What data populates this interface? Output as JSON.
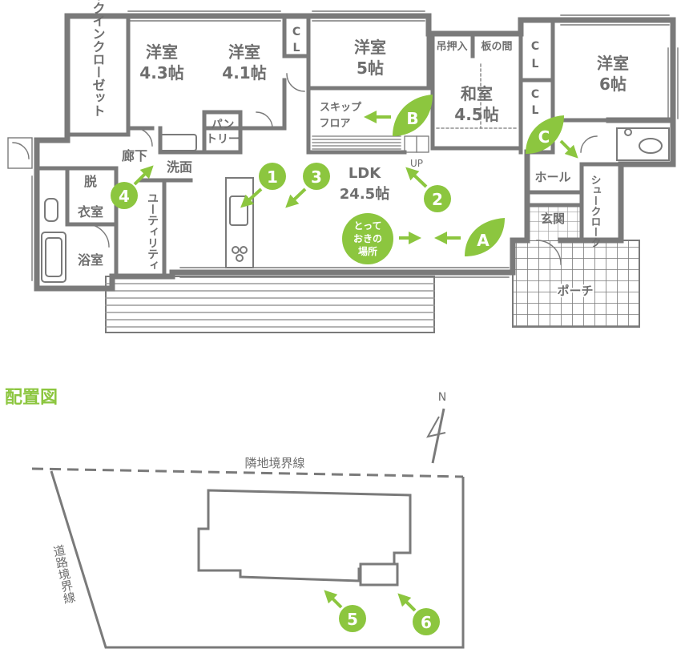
{
  "floor_plan": {
    "rooms": {
      "walkin_closet": "ウォークインクローゼット",
      "room_43_name": "洋室",
      "room_43_size": "4.3帖",
      "room_41_name": "洋室",
      "room_41_size": "4.1帖",
      "cl_a": "C",
      "cl_a2": "L",
      "room_5_name": "洋室",
      "room_5_size": "5帖",
      "hanging_closet": "吊押入",
      "itanoma": "板の間",
      "cl_b": "C",
      "cl_b2": "L",
      "cl_c": "C",
      "cl_c2": "L",
      "room_6_name": "洋室",
      "room_6_size": "6帖",
      "washitsu_name": "和室",
      "washitsu_size": "4.5帖",
      "skip_floor_1": "スキップ",
      "skip_floor_2": "フロア",
      "pantry_1": "パン",
      "pantry_2": "トリー",
      "corridor": "廊下",
      "washroom": "洗面",
      "dressing_1": "脱",
      "dressing_2": "衣室",
      "bathroom": "浴室",
      "utility": "ユーティリティ",
      "ldk_name": "LDK",
      "ldk_size": "24.5帖",
      "up_label": "UP",
      "hall": "ホール",
      "shoes_closet": "シュークローク",
      "genkan": "玄関",
      "porch": "ポーチ"
    },
    "markers": {
      "m1": "1",
      "m2": "2",
      "m3": "3",
      "m4": "4",
      "mA": "A",
      "mB": "B",
      "mC": "C",
      "storage_1": "とって",
      "storage_2": "おきの",
      "storage_3": "場所"
    }
  },
  "site_plan": {
    "title": "配置図",
    "north": "N",
    "neighbor_boundary": "隣地境界線",
    "road_boundary": "道路境界線",
    "m5": "5",
    "m6": "6"
  },
  "colors": {
    "wall": "#7a7a7a",
    "text": "#6e6e6e",
    "accent": "#8cc63f",
    "grid": "#888888"
  }
}
